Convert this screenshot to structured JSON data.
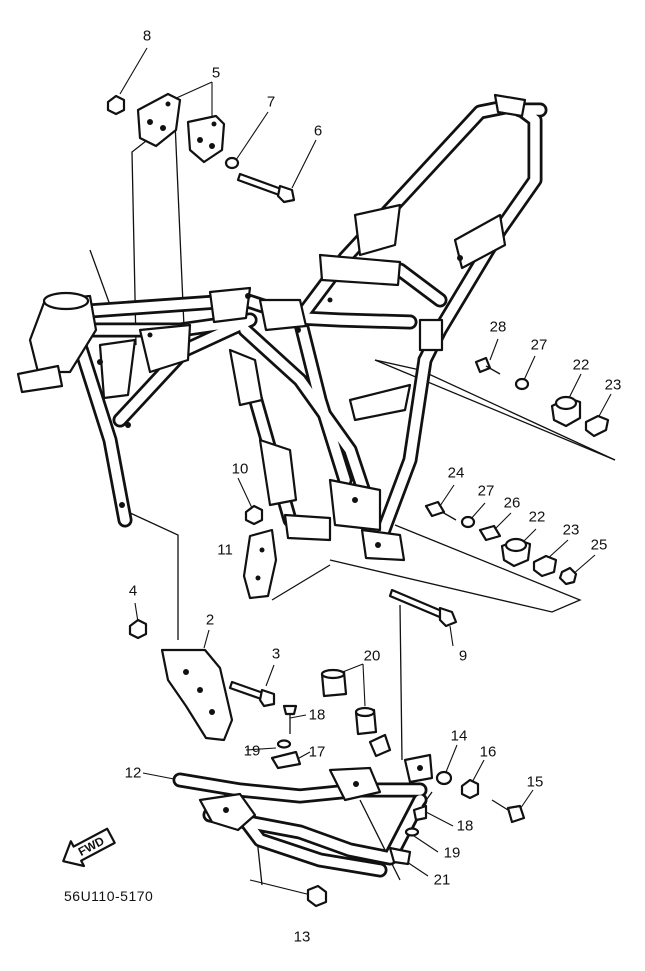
{
  "diagram": {
    "code": "56U110-5170",
    "direction_label": "FWD",
    "callouts": [
      {
        "key": "c8",
        "text": "8"
      },
      {
        "key": "c5",
        "text": "5"
      },
      {
        "key": "c7",
        "text": "7"
      },
      {
        "key": "c6",
        "text": "6"
      },
      {
        "key": "c28",
        "text": "28"
      },
      {
        "key": "c27a",
        "text": "27"
      },
      {
        "key": "c22a",
        "text": "22"
      },
      {
        "key": "c23a",
        "text": "23"
      },
      {
        "key": "c10",
        "text": "10"
      },
      {
        "key": "c24",
        "text": "24"
      },
      {
        "key": "c27b",
        "text": "27"
      },
      {
        "key": "c26",
        "text": "26"
      },
      {
        "key": "c22b",
        "text": "22"
      },
      {
        "key": "c23b",
        "text": "23"
      },
      {
        "key": "c25",
        "text": "25"
      },
      {
        "key": "c11",
        "text": "11"
      },
      {
        "key": "c9",
        "text": "9"
      },
      {
        "key": "c4",
        "text": "4"
      },
      {
        "key": "c2",
        "text": "2"
      },
      {
        "key": "c3",
        "text": "3"
      },
      {
        "key": "c20",
        "text": "20"
      },
      {
        "key": "c18a",
        "text": "18"
      },
      {
        "key": "c19a",
        "text": "19"
      },
      {
        "key": "c17",
        "text": "17"
      },
      {
        "key": "c14",
        "text": "14"
      },
      {
        "key": "c16",
        "text": "16"
      },
      {
        "key": "c15",
        "text": "15"
      },
      {
        "key": "c12",
        "text": "12"
      },
      {
        "key": "c18b",
        "text": "18"
      },
      {
        "key": "c19b",
        "text": "19"
      },
      {
        "key": "c21",
        "text": "21"
      },
      {
        "key": "c13",
        "text": "13"
      }
    ]
  }
}
